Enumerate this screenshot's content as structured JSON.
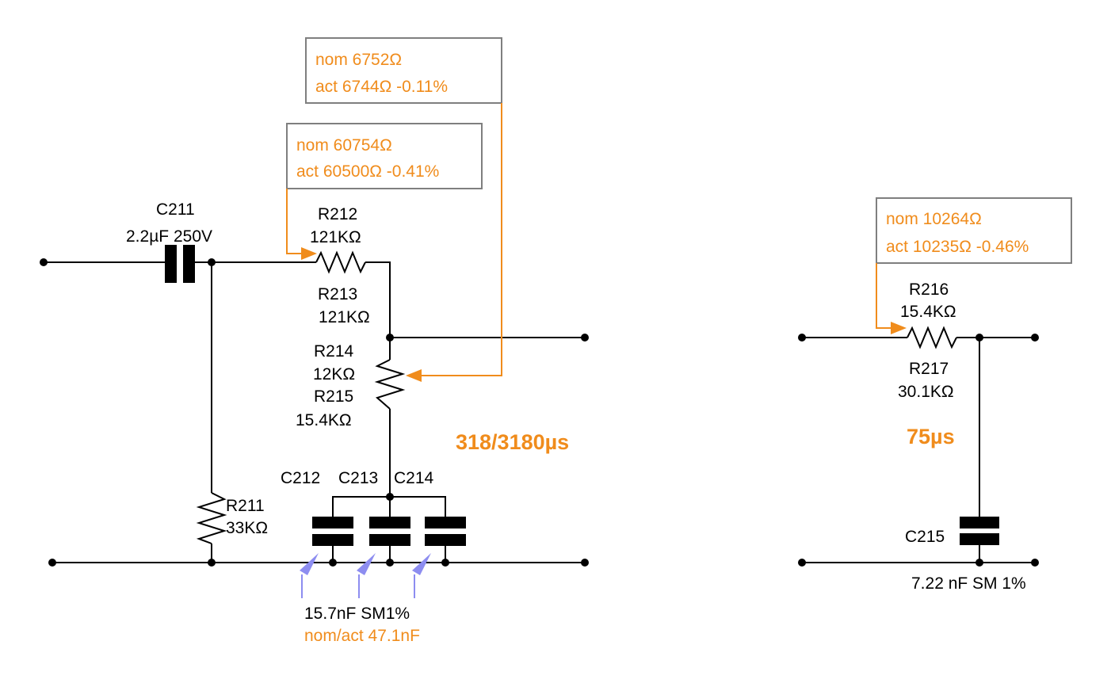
{
  "components": {
    "c211": {
      "name": "C211",
      "value": "2.2µF 250V"
    },
    "r212": {
      "name": "R212",
      "value": "121KΩ"
    },
    "r213": {
      "name": "R213",
      "value": "121KΩ"
    },
    "r214": {
      "name": "R214",
      "value": "12KΩ"
    },
    "r215": {
      "name": "R215",
      "value": "15.4KΩ"
    },
    "r211": {
      "name": "R211",
      "value": "33KΩ"
    },
    "c212": {
      "name": "C212"
    },
    "c213": {
      "name": "C213"
    },
    "c214": {
      "name": "C214"
    },
    "r216": {
      "name": "R216",
      "value": "15.4KΩ"
    },
    "r217": {
      "name": "R217",
      "value": "30.1KΩ"
    },
    "c215": {
      "name": "C215",
      "value": "7.22 nF SM 1%"
    }
  },
  "annotations": {
    "box_top": {
      "nom": "nom 6752Ω",
      "act": "act 6744Ω -0.11%"
    },
    "box_mid": {
      "nom": "nom 60754Ω",
      "act": "act 60500Ω -0.41%"
    },
    "box_right": {
      "nom": "nom 10264Ω",
      "act": "act 10235Ω -0.46%"
    },
    "caps_value": "15.7nF SM1%",
    "caps_nom_act": "nom/act 47.1nF",
    "time_const_left": "318/3180µs",
    "time_const_right": "75µs"
  },
  "colors": {
    "annotation": "#f08c1c",
    "pointer_arrows": "#8d8df0",
    "box_border": "#7f7f7f",
    "wire": "#000000"
  }
}
